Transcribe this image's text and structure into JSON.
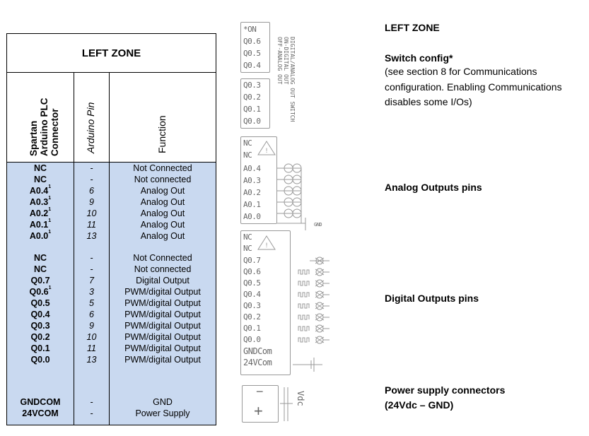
{
  "table": {
    "title": "LEFT ZONE",
    "headers": {
      "connector_lines": [
        "Spartan",
        "Arduino PLC",
        "Connector"
      ],
      "pin": "Arduino Pin",
      "function": "Function"
    },
    "rows": [
      {
        "connector": "NC",
        "sup": "",
        "pin": "-",
        "function": "Not Connected"
      },
      {
        "connector": "NC",
        "sup": "",
        "pin": "-",
        "function": "Not connected"
      },
      {
        "connector": "A0.4",
        "sup": "1",
        "pin": "6",
        "function": "Analog Out"
      },
      {
        "connector": "A0.3",
        "sup": "1",
        "pin": "9",
        "function": "Analog Out"
      },
      {
        "connector": "A0.2",
        "sup": "1",
        "pin": "10",
        "function": "Analog Out"
      },
      {
        "connector": "A0.1",
        "sup": "1",
        "pin": "11",
        "function": "Analog Out"
      },
      {
        "connector": "A0.0",
        "sup": "1",
        "pin": "13",
        "function": "Analog Out"
      },
      {
        "connector": "NC",
        "sup": "",
        "pin": "-",
        "function": "Not Connected"
      },
      {
        "connector": "NC",
        "sup": "",
        "pin": "-",
        "function": "Not connected"
      },
      {
        "connector": "Q0.7",
        "sup": "",
        "pin": "7",
        "function": "Digital Output"
      },
      {
        "connector": "Q0.6",
        "sup": "1",
        "pin": "3",
        "function": "PWM/digital Output"
      },
      {
        "connector": "Q0.5",
        "sup": "",
        "pin": "5",
        "function": "PWM/digital Output"
      },
      {
        "connector": "Q0.4",
        "sup": "",
        "pin": "6",
        "function": "PWM/digital Output"
      },
      {
        "connector": "Q0.3",
        "sup": "",
        "pin": "9",
        "function": "PWM/digital Output"
      },
      {
        "connector": "Q0.2",
        "sup": "",
        "pin": "10",
        "function": "PWM/digital Output"
      },
      {
        "connector": "Q0.1",
        "sup": "",
        "pin": "11",
        "function": "PWM/digital Output"
      },
      {
        "connector": "Q0.0",
        "sup": "",
        "pin": "13",
        "function": "PWM/digital Output"
      },
      {
        "connector": "GNDCOM",
        "sup": "",
        "pin": "-",
        "function": "GND"
      },
      {
        "connector": "24VCOM",
        "sup": "",
        "pin": "-",
        "function": "Power Supply"
      }
    ]
  },
  "diagram": {
    "switch_labels": [
      "*ON",
      "Q0.6",
      "Q0.5",
      "Q0.4"
    ],
    "switch_text": [
      "DIGITAL/ANALOG OUT SWITCH",
      "ON-DIGITAL OUT",
      "OFF-ANALOG OUT"
    ],
    "q_block": [
      "Q0.3",
      "Q0.2",
      "Q0.1",
      "Q0.0"
    ],
    "analog_block": [
      "NC",
      "NC",
      "A0.4",
      "A0.3",
      "A0.2",
      "A0.1",
      "A0.0"
    ],
    "gnd_label": "GND",
    "digital_block": [
      "NC",
      "NC",
      "Q0.7",
      "Q0.6",
      "Q0.5",
      "Q0.4",
      "Q0.3",
      "Q0.2",
      "Q0.1",
      "Q0.0",
      "GNDCom",
      "24VCom"
    ],
    "power": {
      "minus": "−",
      "plus": "+",
      "vdc": "Vdc"
    }
  },
  "right": {
    "zone_title": "LEFT ZONE",
    "switch_title": "Switch config*",
    "switch_desc": [
      "(see section 8 for Communications",
      "configuration. Enabling Communications",
      "disables some  I/Os)"
    ],
    "analog_title": "Analog Outputs pins",
    "digital_title": "Digital Outputs pins",
    "power_title": "Power supply connectors",
    "power_sub": "(24Vdc – GND)"
  }
}
